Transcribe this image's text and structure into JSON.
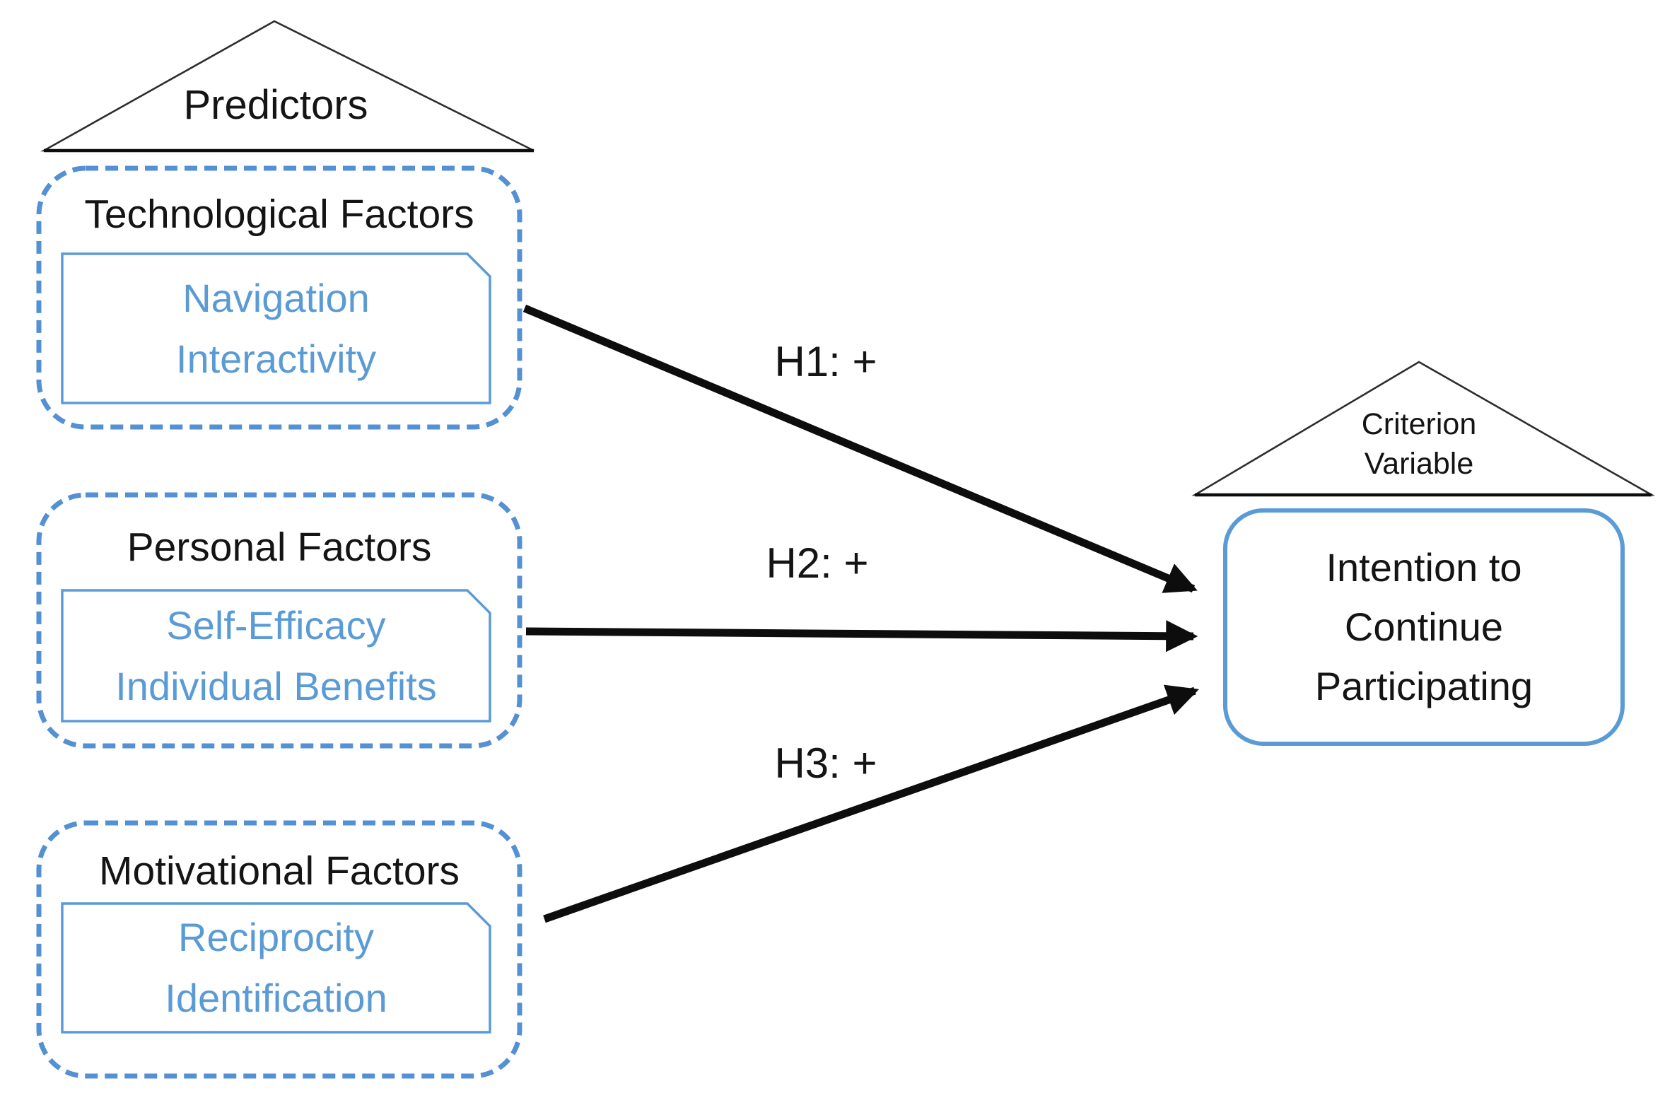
{
  "predictors_section": {
    "triangle_label": "Predictors",
    "groups": [
      {
        "title": "Technological Factors",
        "variables": [
          "Navigation",
          "Interactivity"
        ]
      },
      {
        "title": "Personal Factors",
        "variables": [
          "Self-Efficacy",
          "Individual Benefits"
        ]
      },
      {
        "title": "Motivational Factors",
        "variables": [
          "Reciprocity",
          "Identification"
        ]
      }
    ]
  },
  "criterion_section": {
    "triangle_label_lines": [
      "Criterion",
      "Variable"
    ],
    "box_lines": [
      "Intention to",
      "Continue",
      "Participating"
    ]
  },
  "hypotheses": [
    {
      "label": "H1: +"
    },
    {
      "label": "H2: +"
    },
    {
      "label": "H3: +"
    }
  ],
  "colors": {
    "accent_blue_border": "#5390d4",
    "accent_blue_text": "#5b9bd5",
    "arrow_black": "#0d0d0d"
  }
}
